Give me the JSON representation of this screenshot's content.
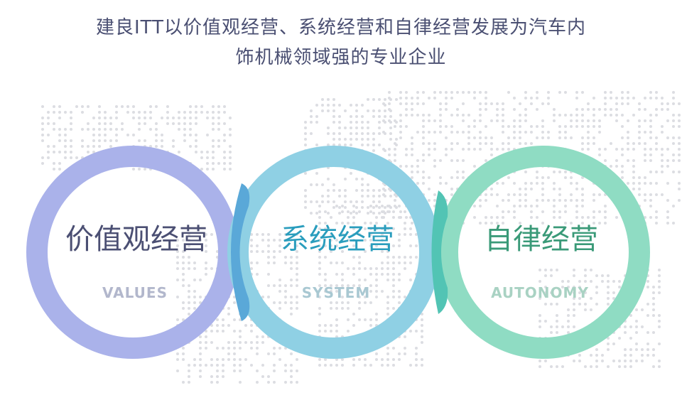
{
  "headline": {
    "line1": "建良ITT以价值观经营、系统经营和自律经营发展为汽车内",
    "line2": "饰机械领域强的专业企业"
  },
  "rings": [
    {
      "title": "价值观经营",
      "subtitle": "VALUES",
      "ring_color": "#aab2ea",
      "title_color": "#4b4f73",
      "subtitle_color": "#b2b7cc"
    },
    {
      "title": "系统经营",
      "subtitle": "SYSTEM",
      "ring_color": "#8fd0e4",
      "title_color": "#2a9dbd",
      "subtitle_color": "#a9c8d2"
    },
    {
      "title": "自律经营",
      "subtitle": "AUTONOMY",
      "ring_color": "#8fdcc3",
      "title_color": "#3a9a78",
      "subtitle_color": "#a9d2c3"
    }
  ],
  "overlap_colors": [
    "#5aa8d8",
    "#52c4b4"
  ],
  "map_dot_color": "#dcdde2"
}
